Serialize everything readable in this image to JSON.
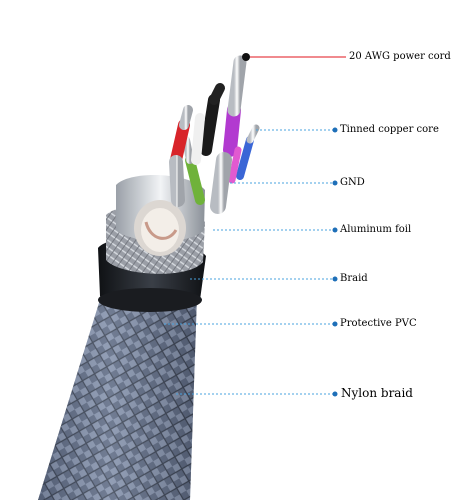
{
  "labels": {
    "power_cord": "20 AWG power cord",
    "tinned_copper": "Tinned copper core",
    "gnd": "GND",
    "aluminum_foil": "Aluminum foil",
    "braid": "Braid",
    "protective_pvc": "Protective PVC",
    "nylon_braid": "Nylon braid"
  },
  "colors": {
    "power_line": "#e0141e",
    "leader_lines": "#4aa3df",
    "leader_dot": "#1e6fb8",
    "nylon_braid": "#6f7c93",
    "pvc_jacket": "#1d2024"
  }
}
